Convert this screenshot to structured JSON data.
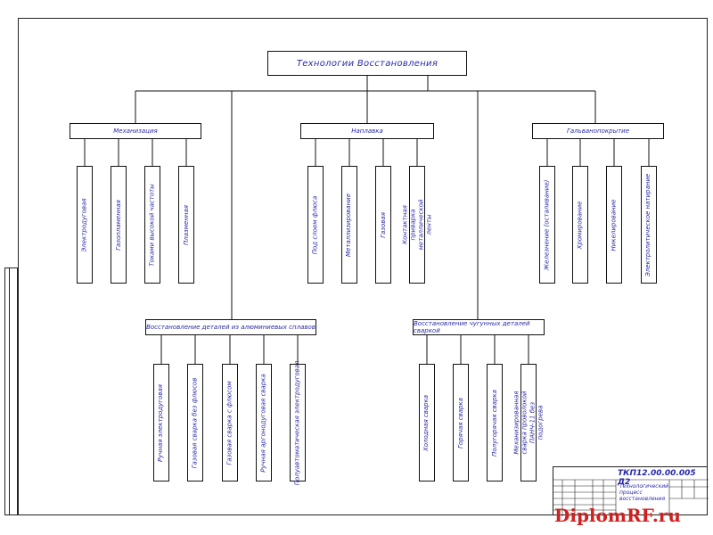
{
  "diagram": {
    "root": "Технологии Восстановления",
    "groups": [
      {
        "label": "Механизация",
        "children": [
          "Электродуговая",
          "Газопламенная",
          "Токами высокой частоты",
          "Плазменная"
        ]
      },
      {
        "label": "Наплавка",
        "children": [
          "Под слоем флюса",
          "Металлизирование",
          "Газовая",
          "Контактная приварка металлической ленты"
        ]
      },
      {
        "label": "Гальванопокрытие",
        "children": [
          "Железнение (осталивание)",
          "Хромирование",
          "Никелирование",
          "Электролитическое натирание"
        ]
      },
      {
        "label": "Восстановление деталей из алюминиевых сплавов",
        "children": [
          "Ручная электродуговая",
          "Газовая сварка без флюсов",
          "Газовая сварка с флюсом",
          "Ручная аргонодуговая сварка",
          "Полуавтоматическая электродуговая"
        ]
      },
      {
        "label": "Восстановление чугунных деталей сваркой",
        "children": [
          "Холодная сварка",
          "Горячая сварка",
          "Полугорячая сварка",
          "Механизированная сварка проволокой ПАНЧ-11 без подогрева"
        ]
      }
    ]
  },
  "stamp": {
    "code": "ТКП12.00.00.005 Д2",
    "title": "Технологический процесс восстановления"
  },
  "watermark": "DiplomRF.ru",
  "colors": {
    "text": "#2a2aa8",
    "line": "#111111",
    "watermark": "#d21f1f"
  }
}
